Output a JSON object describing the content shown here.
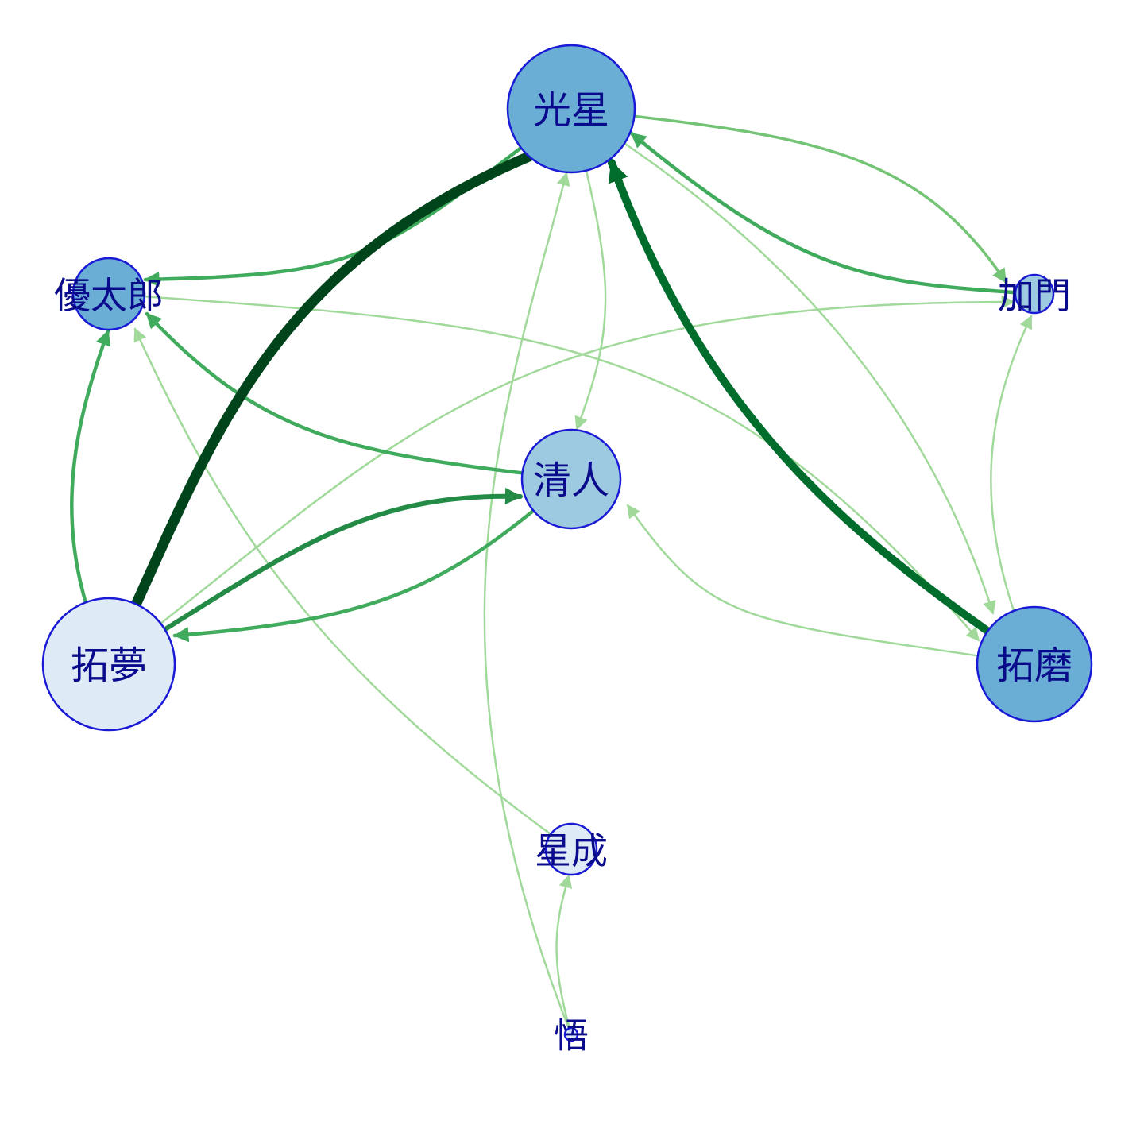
{
  "colors": {
    "node_border": "#1a1ad6",
    "label": "#0a0a8c",
    "node_dark": "#6aaed6",
    "node_mid": "#9ecae1",
    "node_light": "#deebf7",
    "edge_w1": "#a1d99b",
    "edge_w2": "#74c476",
    "edge_w3": "#41ab5d",
    "edge_w4": "#238b45",
    "edge_w5": "#006d2c",
    "edge_w6": "#00441b"
  },
  "nodes": [
    {
      "id": "kousei",
      "label": "光星",
      "shade": "node_dark"
    },
    {
      "id": "yutaro",
      "label": "優太郎",
      "shade": "node_dark"
    },
    {
      "id": "kamon",
      "label": "加門",
      "shade": "node_mid"
    },
    {
      "id": "kiyoto",
      "label": "清人",
      "shade": "node_mid"
    },
    {
      "id": "takumu",
      "label": "拓夢",
      "shade": "node_light"
    },
    {
      "id": "takuma",
      "label": "拓磨",
      "shade": "node_dark"
    },
    {
      "id": "seisei",
      "label": "星成",
      "shade": "node_light"
    },
    {
      "id": "satoru",
      "label": "悟",
      "shade": "node_light"
    }
  ],
  "edges": [
    {
      "from": "takumu",
      "to": "kousei",
      "weight": 6,
      "arrow": false
    },
    {
      "from": "takuma",
      "to": "kousei",
      "weight": 5,
      "arrow": true
    },
    {
      "from": "takumu",
      "to": "kiyoto",
      "weight": 4,
      "arrow": true
    },
    {
      "from": "kiyoto",
      "to": "takumu",
      "weight": 3,
      "arrow": true
    },
    {
      "from": "takumu",
      "to": "yutaro",
      "weight": 3,
      "arrow": true
    },
    {
      "from": "kiyoto",
      "to": "yutaro",
      "weight": 3,
      "arrow": true
    },
    {
      "from": "kousei",
      "to": "yutaro",
      "weight": 3,
      "arrow": true
    },
    {
      "from": "kamon",
      "to": "kousei",
      "weight": 3,
      "arrow": true
    },
    {
      "from": "kousei",
      "to": "kamon",
      "weight": 2,
      "arrow": true
    },
    {
      "from": "kousei",
      "to": "kiyoto",
      "weight": 1,
      "arrow": true
    },
    {
      "from": "kousei",
      "to": "takuma",
      "weight": 1,
      "arrow": true
    },
    {
      "from": "takuma",
      "to": "kamon",
      "weight": 1,
      "arrow": true
    },
    {
      "from": "takuma",
      "to": "kiyoto",
      "weight": 1,
      "arrow": true
    },
    {
      "from": "takumu",
      "to": "kamon",
      "weight": 1,
      "arrow": true
    },
    {
      "from": "yutaro",
      "to": "takuma",
      "weight": 1,
      "arrow": true
    },
    {
      "from": "seisei",
      "to": "yutaro",
      "weight": 1,
      "arrow": true
    },
    {
      "from": "satoru",
      "to": "kousei",
      "weight": 1,
      "arrow": true
    },
    {
      "from": "satoru",
      "to": "seisei",
      "weight": 1,
      "arrow": true
    }
  ]
}
